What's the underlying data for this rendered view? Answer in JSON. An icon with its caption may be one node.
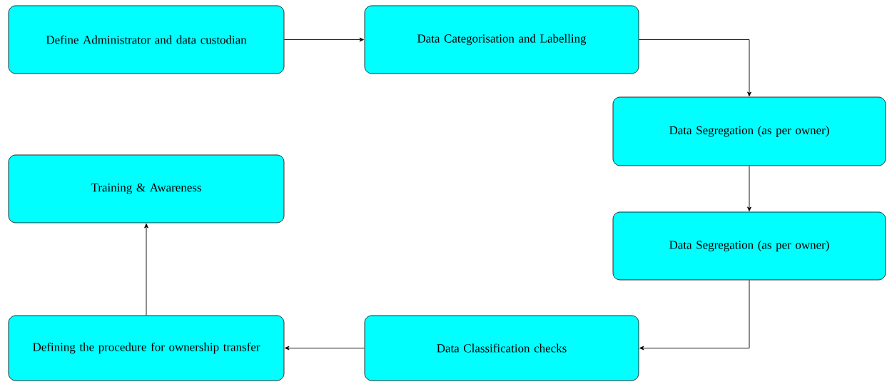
{
  "diagram": {
    "nodes": [
      {
        "text": [
          "Define Administrator and data custodian"
        ]
      },
      {
        "text": [
          "Data Categorisation and Labelling"
        ]
      },
      {
        "text": [
          "Data Segregation (as per owner)"
        ]
      },
      {
        "text": [
          "Data Segregation (as per owner)"
        ]
      },
      {
        "text": [
          "Data Classification checks"
        ]
      },
      {
        "text": [
          "Defining the procedure for ownership transfer"
        ]
      },
      {
        "text": [
          "Training & Awareness"
        ]
      }
    ],
    "edges": [
      {
        "from": 0,
        "to": 1,
        "arrow": "to"
      },
      {
        "from": 1,
        "to": 2,
        "arrow": "to"
      },
      {
        "from": 2,
        "to": 3,
        "arrow": "to"
      },
      {
        "from": 3,
        "to": 4,
        "arrow": "to"
      },
      {
        "from": 4,
        "to": 5,
        "arrow": "to"
      },
      {
        "from": 5,
        "to": 6,
        "arrow": "to"
      }
    ]
  }
}
